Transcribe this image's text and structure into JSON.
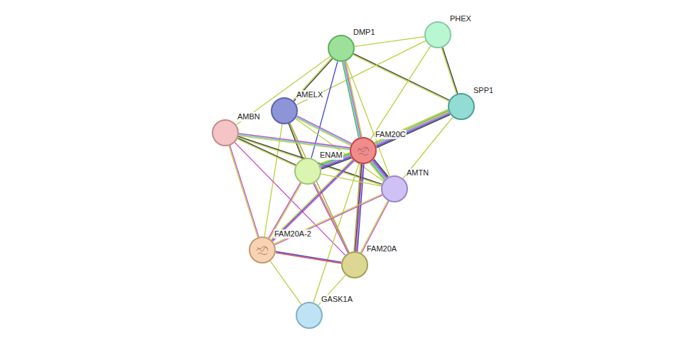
{
  "diagram": {
    "nodes": [
      {
        "text": [
          "PHEX"
        ]
      },
      {
        "text": [
          "DMP1"
        ]
      },
      {
        "text": [
          "SPP1"
        ]
      },
      {
        "text": [
          "AMELX"
        ]
      },
      {
        "text": [
          "AMBN"
        ]
      },
      {
        "text": [
          "FAM20C"
        ]
      },
      {
        "text": [
          "ENAM"
        ]
      },
      {
        "text": [
          "AMTN"
        ]
      },
      {
        "text": [
          "FAM20A-2"
        ]
      },
      {
        "text": [
          "FAM20A"
        ]
      },
      {
        "text": [
          "GASK1A"
        ]
      }
    ],
    "edges": [
      {
        "from": 1,
        "to": 0,
        "arrow": "none"
      },
      {
        "from": 1,
        "to": 2,
        "arrow": "none"
      },
      {
        "from": 0,
        "to": 2,
        "arrow": "none"
      },
      {
        "from": 0,
        "to": 5,
        "arrow": "none"
      },
      {
        "from": 0,
        "to": 3,
        "arrow": "none"
      },
      {
        "from": 1,
        "to": 3,
        "arrow": "none"
      },
      {
        "from": 1,
        "to": 4,
        "arrow": "none"
      },
      {
        "from": 1,
        "to": 6,
        "arrow": "none"
      },
      {
        "from": 1,
        "to": 5,
        "arrow": "none"
      },
      {
        "from": 1,
        "to": 7,
        "arrow": "none"
      },
      {
        "from": 2,
        "to": 5,
        "arrow": "none"
      },
      {
        "from": 2,
        "to": 6,
        "arrow": "none"
      },
      {
        "from": 2,
        "to": 7,
        "arrow": "none"
      },
      {
        "from": 3,
        "to": 5,
        "arrow": "none"
      },
      {
        "from": 3,
        "to": 6,
        "arrow": "none"
      },
      {
        "from": 3,
        "to": 7,
        "arrow": "none"
      },
      {
        "from": 3,
        "to": 8,
        "arrow": "none"
      },
      {
        "from": 3,
        "to": 9,
        "arrow": "none"
      },
      {
        "from": 4,
        "to": 5,
        "arrow": "none"
      },
      {
        "from": 4,
        "to": 6,
        "arrow": "none"
      },
      {
        "from": 4,
        "to": 7,
        "arrow": "none"
      },
      {
        "from": 4,
        "to": 8,
        "arrow": "none"
      },
      {
        "from": 4,
        "to": 9,
        "arrow": "none"
      },
      {
        "from": 5,
        "to": 6,
        "arrow": "none"
      },
      {
        "from": 5,
        "to": 7,
        "arrow": "none"
      },
      {
        "from": 5,
        "to": 8,
        "arrow": "none"
      },
      {
        "from": 5,
        "to": 9,
        "arrow": "none"
      },
      {
        "from": 5,
        "to": 10,
        "arrow": "none"
      },
      {
        "from": 6,
        "to": 7,
        "arrow": "none"
      },
      {
        "from": 6,
        "to": 8,
        "arrow": "none"
      },
      {
        "from": 6,
        "to": 9,
        "arrow": "none"
      },
      {
        "from": 7,
        "to": 8,
        "arrow": "none"
      },
      {
        "from": 7,
        "to": 9,
        "arrow": "none"
      },
      {
        "from": 8,
        "to": 9,
        "arrow": "none"
      },
      {
        "from": 8,
        "to": 10,
        "arrow": "none"
      },
      {
        "from": 9,
        "to": 10,
        "arrow": "none"
      }
    ]
  }
}
